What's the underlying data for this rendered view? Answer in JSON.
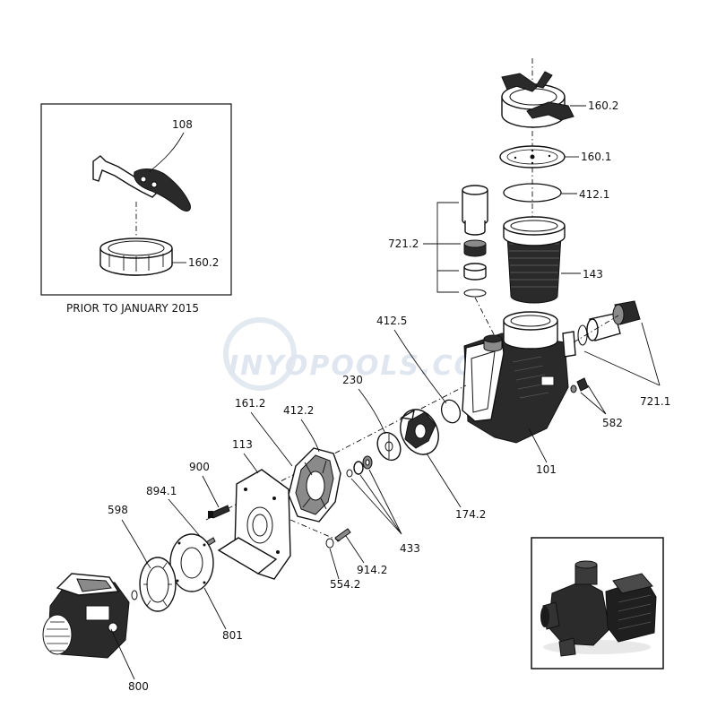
{
  "inset_caption": "PRIOR TO JANUARY 2015",
  "watermark": "INYOPOOLS.COM",
  "labels": {
    "l108": "108",
    "l160_2_inset": "160.2",
    "l160_2": "160.2",
    "l160_1": "160.1",
    "l412_1": "412.1",
    "l721_2": "721.2",
    "l143": "143",
    "l412_5": "412.5",
    "l721_1": "721.1",
    "l582": "582",
    "l101": "101",
    "l230": "230",
    "l174_2": "174.2",
    "l161_2": "161.2",
    "l412_2": "412.2",
    "l113": "113",
    "l900": "900",
    "l894_1": "894.1",
    "l598": "598",
    "l433": "433",
    "l914_2": "914.2",
    "l554_2": "554.2",
    "l801": "801",
    "l800": "800"
  }
}
